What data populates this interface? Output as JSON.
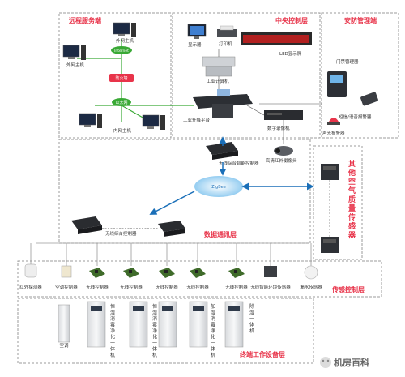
{
  "zones": {
    "remote": "远程服务端",
    "central": "中央控制层",
    "security": "安防管理端",
    "comm": "数据通讯层",
    "sensing": "传感控制层",
    "terminal": "终端工作设备层"
  },
  "vertical_title_chars": [
    "其",
    "他",
    "空",
    "气",
    "质",
    "量",
    "传",
    "感",
    "器"
  ],
  "remote": {
    "extranet_host_top": "外网主机",
    "extranet_host_left": "外网主机",
    "internet": "Internet",
    "firewall": "防火墙",
    "ethernet": "以太网",
    "intranet_host": "内网主机"
  },
  "central": {
    "display": "显示器",
    "printer": "打印机",
    "led": "LED显示屏",
    "ipc": "工业计算机",
    "platform": "工业升降平台",
    "dvr": "数字录像机",
    "camera": "高清红外摄像头"
  },
  "security": {
    "access": "门禁管理器",
    "alarm": "短信/语音报警器",
    "beacon": "声光报警器"
  },
  "comm": {
    "hub_top": "无线综合智能控制器",
    "hub_bottom": "无线综合控制器",
    "wireless_cloud": "ZigBee"
  },
  "sensors": [
    "红外探测器",
    "空调控制器",
    "无线控制器",
    "无线控制器",
    "无线控制器",
    "无线控制器",
    "无线控制器",
    "无线智能环境传感器",
    "漏水传感器"
  ],
  "terminal": {
    "ac": "空调",
    "purifier_chars": [
      "恒",
      "湿",
      "消",
      "毒",
      "净",
      "化",
      "一",
      "体",
      "机"
    ],
    "humidifier_chars": [
      "加",
      "湿",
      "消",
      "毒",
      "净",
      "化",
      "一",
      "体",
      "机"
    ],
    "dehumid_chars": [
      "除",
      "湿",
      "一",
      "体",
      "机"
    ]
  },
  "watermark": "机房百科",
  "colors": {
    "accent": "#e8344a",
    "green": "#39a935",
    "blue": "#1a6fb8",
    "dashed": "#8a8a8a"
  }
}
